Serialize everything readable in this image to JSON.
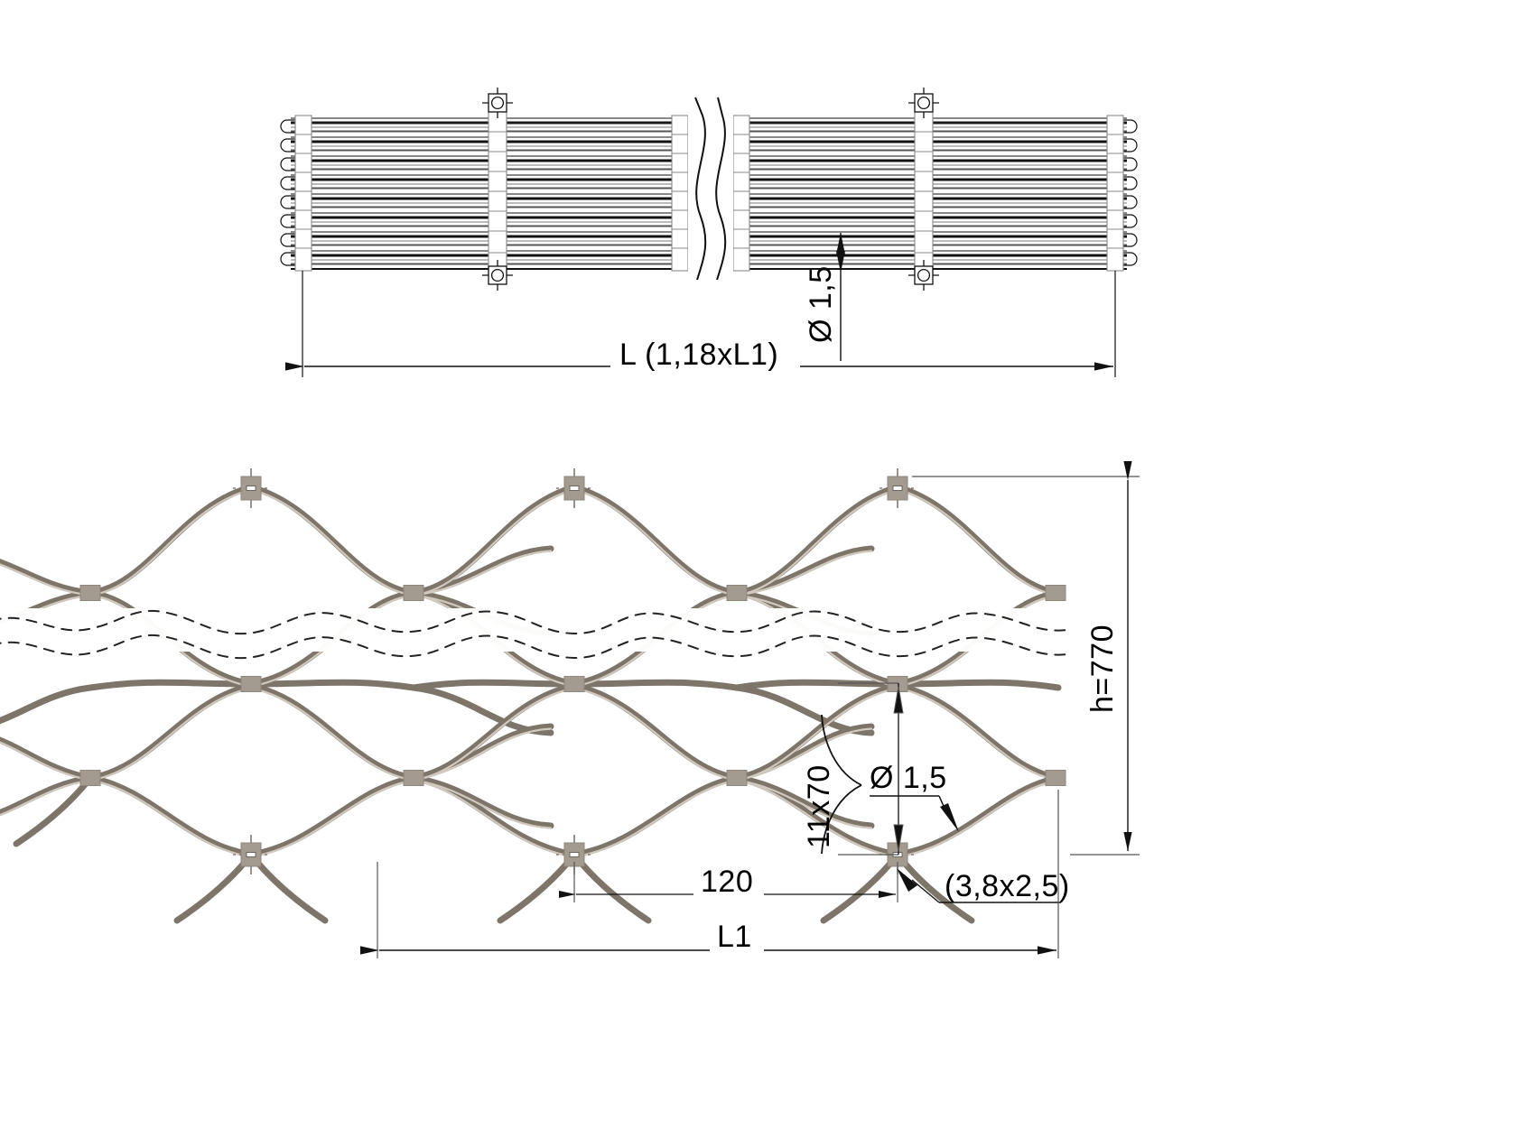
{
  "drawing": {
    "title": "Wire rope mesh panel - technical drawing",
    "background_color": "#ffffff",
    "line_color": "#1a1a1a",
    "rope_color": "#8a8178",
    "ferrule_color": "#a39a90"
  },
  "views": {
    "top_view": {
      "name": "rolled-mesh-elevation",
      "break_line": true,
      "rope_count": 12,
      "clamp_count": 2
    },
    "front_view": {
      "name": "mesh-pattern-plan",
      "break_line": true
    }
  },
  "dimensions": {
    "overall_length": {
      "label": "L  (1,18xL1)",
      "name": "length-dimension"
    },
    "rope_diameter_top": {
      "label": "Ø 1,5",
      "name": "rope-diameter-top"
    },
    "rope_diameter_front": {
      "label": "Ø 1,5",
      "name": "rope-diameter-front"
    },
    "mesh_height": {
      "label": "h=770",
      "name": "mesh-height-dimension"
    },
    "mesh_rows": {
      "label": "11x70",
      "name": "mesh-rows-dimension"
    },
    "mesh_pitch": {
      "label": "120",
      "name": "mesh-pitch-dimension"
    },
    "panel_length": {
      "label": "L1",
      "name": "panel-length-dimension"
    },
    "ferrule_size": {
      "label": "(3,8x2,5)",
      "name": "ferrule-size-callout"
    }
  },
  "chart_data": {
    "type": "diagram",
    "title": "Stainless steel wire rope mesh panel",
    "annotations": [
      "L  (1,18xL1)",
      "Ø 1,5",
      "h=770",
      "11x70",
      "120",
      "L1",
      "(3,8x2,5)"
    ]
  }
}
